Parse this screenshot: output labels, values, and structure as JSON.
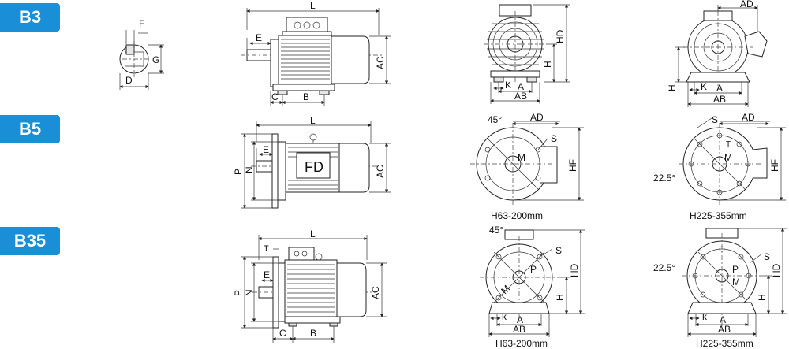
{
  "rows": [
    {
      "badge": "B3"
    },
    {
      "badge": "B5"
    },
    {
      "badge": "B35"
    }
  ],
  "shaft_detail": {
    "F": "F",
    "G": "G",
    "D": "D"
  },
  "b3": {
    "side": {
      "L": "L",
      "E": "E",
      "AC": "AC",
      "C": "C",
      "B": "B"
    },
    "end_small": {
      "HD": "HD",
      "H": "H",
      "K": "K",
      "A": "A",
      "AB": "AB"
    },
    "end_large": {
      "AD": "AD",
      "H": "H",
      "K": "K",
      "A": "A",
      "AB": "AB"
    }
  },
  "b5": {
    "side": {
      "L": "L",
      "E": "E",
      "P": "P",
      "N": "N",
      "AC": "AC",
      "FD": "FD"
    },
    "flange_small": {
      "angle": "45°",
      "AD": "AD",
      "S": "S",
      "M": "M",
      "HF": "HF",
      "caption": "H63-200mm"
    },
    "flange_large": {
      "S": "S",
      "AD": "AD",
      "T": "T",
      "M": "M",
      "angle": "22.5°",
      "HF": "HF",
      "caption": "H225-355mm"
    }
  },
  "b35": {
    "side": {
      "L": "L",
      "T": "T",
      "E": "E",
      "P": "P",
      "N": "N",
      "AC": "AC",
      "C": "C",
      "B": "B"
    },
    "end_small": {
      "angle": "45°",
      "S": "S",
      "P": "P",
      "M": "M",
      "HD": "HD",
      "H": "H",
      "k": "k",
      "A": "A",
      "AB": "AB",
      "caption": "H63-200mm"
    },
    "end_large": {
      "angle": "22.5°",
      "S": "S",
      "P": "P",
      "M": "M",
      "HD": "HD",
      "H": "H",
      "k": "k",
      "A": "A",
      "AB": "AB",
      "caption": "H225-355mm"
    }
  },
  "colors": {
    "badge": "#1a8fd8",
    "line": "#222222"
  }
}
